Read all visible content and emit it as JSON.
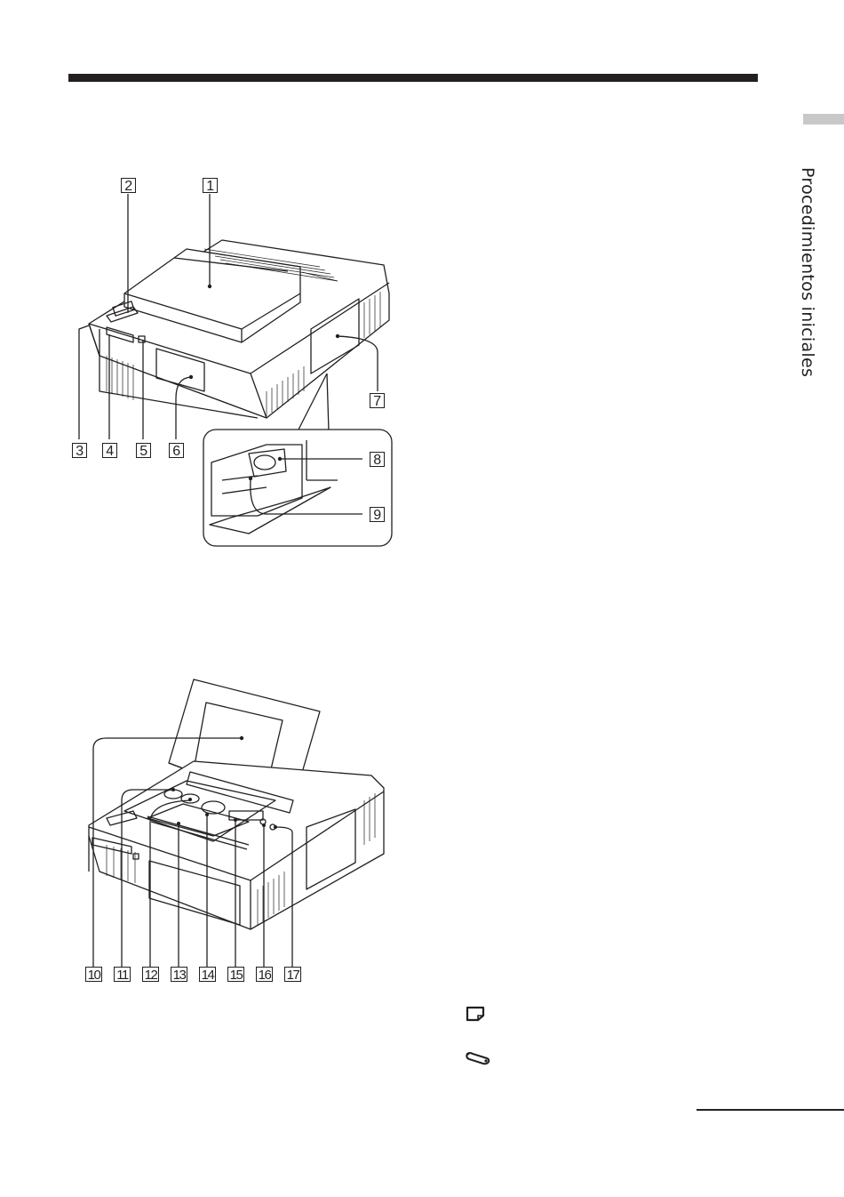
{
  "side_tab": {
    "label": "Procedimientos iniciales"
  },
  "figure_top": {
    "callouts": [
      "1",
      "2",
      "3",
      "4",
      "5",
      "6",
      "7",
      "8",
      "9"
    ]
  },
  "figure_bottom": {
    "callouts": [
      "10",
      "11",
      "12",
      "13",
      "14",
      "15",
      "16",
      "17"
    ]
  },
  "icons": {
    "note": "note-icon",
    "tool": "tool-icon"
  }
}
